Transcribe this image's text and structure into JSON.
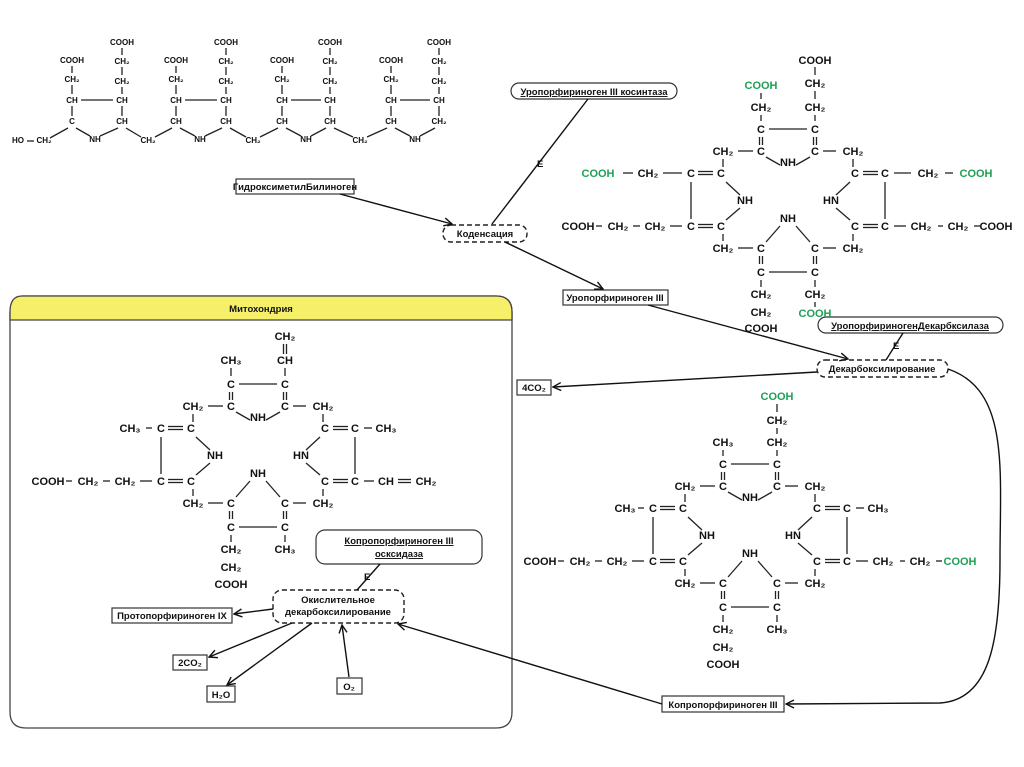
{
  "title": "Синтез порфиринов",
  "colors": {
    "accent_green": "#1fa055",
    "mito_header": "#f5ef6a"
  },
  "chain": {
    "start": "HO",
    "groups": [
      "COOH",
      "CH2",
      "CH",
      "C",
      "NH",
      "CH"
    ]
  },
  "nodes": {
    "hmb": "ГидроксиметилБилиноген",
    "condensation": "Коденсация",
    "cosynthase": "Уропорфириноген III косинтаза",
    "enzyme_mark": "E",
    "uro3": "Уропорфириноген III",
    "decarboxylase": "УропорфириногенДекарбксилаза",
    "decarboxylation": "Декарбоксилирование",
    "co2_4": "4CO₂",
    "copro3": "Копропорфириноген III",
    "oxidase_line1": "Копропорфириноген III",
    "oxidase_line2": "осксидаза",
    "oxdecarb_line1": "Окислительное",
    "oxdecarb_line2": "декарбоксилирование",
    "proto9": "Протопорфириноген IX",
    "co2_2": "2CO₂",
    "h2o": "H₂O",
    "o2": "O₂"
  },
  "mitochondria": {
    "title": "Митохондрия"
  },
  "formula": {
    "cooh": "COOH",
    "ch2": "CH₂",
    "ch3": "CH₃",
    "ch": "CH",
    "c": "C",
    "nh": "NH",
    "hn": "HN"
  }
}
